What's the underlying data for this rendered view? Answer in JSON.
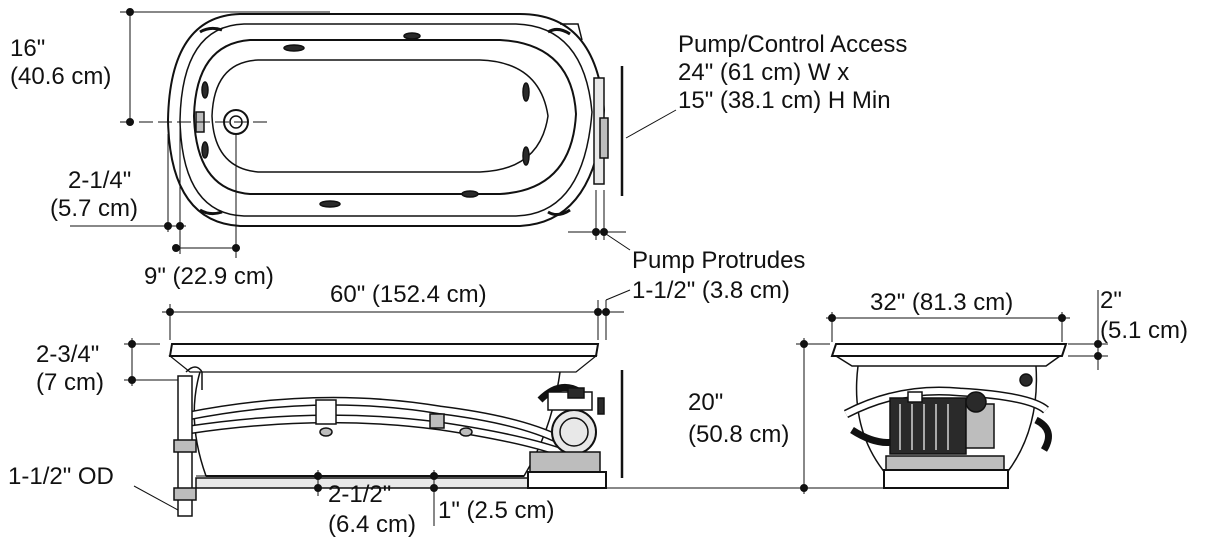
{
  "labels": {
    "depth_in": "16\"",
    "depth_cm": "(40.6 cm)",
    "access_line1": "Pump/Control Access",
    "access_line2": "24\" (61 cm) W x",
    "access_line3": "15\" (38.1 cm) H Min",
    "rim_edge_in": "2-1/4\"",
    "rim_edge_cm": "(5.7 cm)",
    "drain_offset": "9\" (22.9 cm)",
    "pump_protrudes": "Pump Protrudes",
    "length": "60\" (152.4 cm)",
    "pump_protrudes_dim": "1-1/2\" (3.8 cm)",
    "width": "32\" (81.3 cm)",
    "rim_height_in": "2\"",
    "rim_height_cm": "(5.1 cm)",
    "rim_thickness_in": "2-3/4\"",
    "rim_thickness_cm": "(7 cm)",
    "height_in": "20\"",
    "height_cm": "(50.8 cm)",
    "drain_pipe": "1-1/2\" OD",
    "drain_height_in": "2-1/2\"",
    "drain_height_cm": "(6.4 cm)",
    "base_offset": "1\" (2.5 cm)"
  },
  "colors": {
    "line": "#111111",
    "fill_light": "#e8e8e8",
    "fill_mid": "#bdbdbd",
    "fill_dark": "#2a2a2a"
  }
}
